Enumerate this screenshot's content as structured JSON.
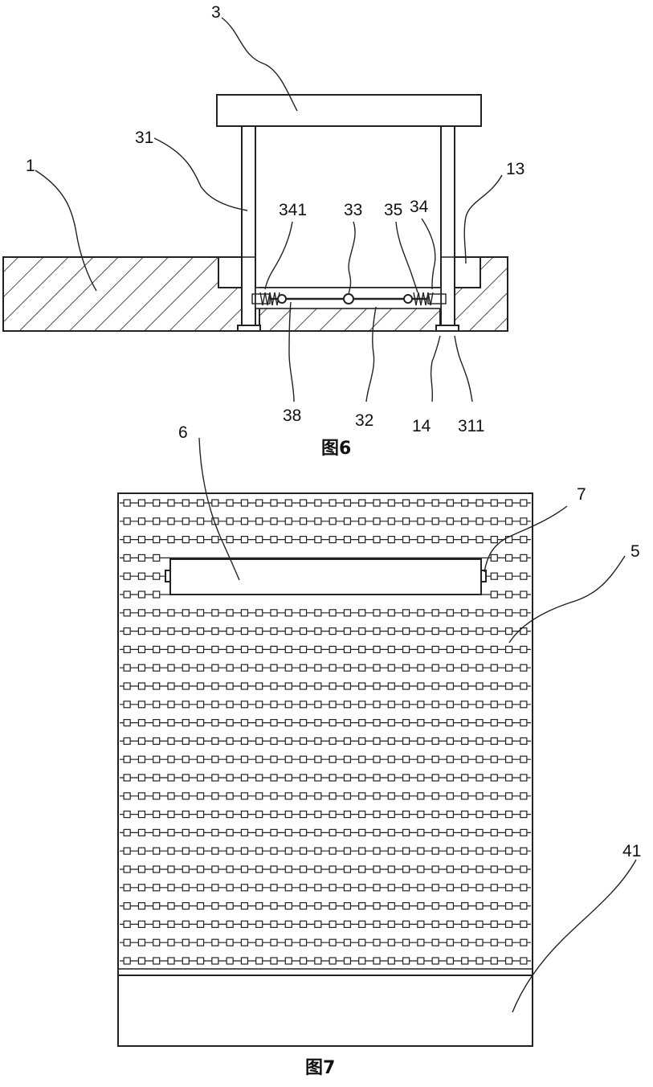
{
  "figure6": {
    "caption": "图6",
    "labels": {
      "l3": "3",
      "l31": "31",
      "l1": "1",
      "l13": "13",
      "l341": "341",
      "l33": "33",
      "l35": "35",
      "l34": "34",
      "l38": "38",
      "l32": "32",
      "l14": "14",
      "l311": "311"
    }
  },
  "figure7": {
    "caption": "图7",
    "labels": {
      "l6": "6",
      "l7": "7",
      "l5": "5",
      "l41": "41"
    },
    "grid_rows": 26,
    "squares_per_row": 28
  }
}
